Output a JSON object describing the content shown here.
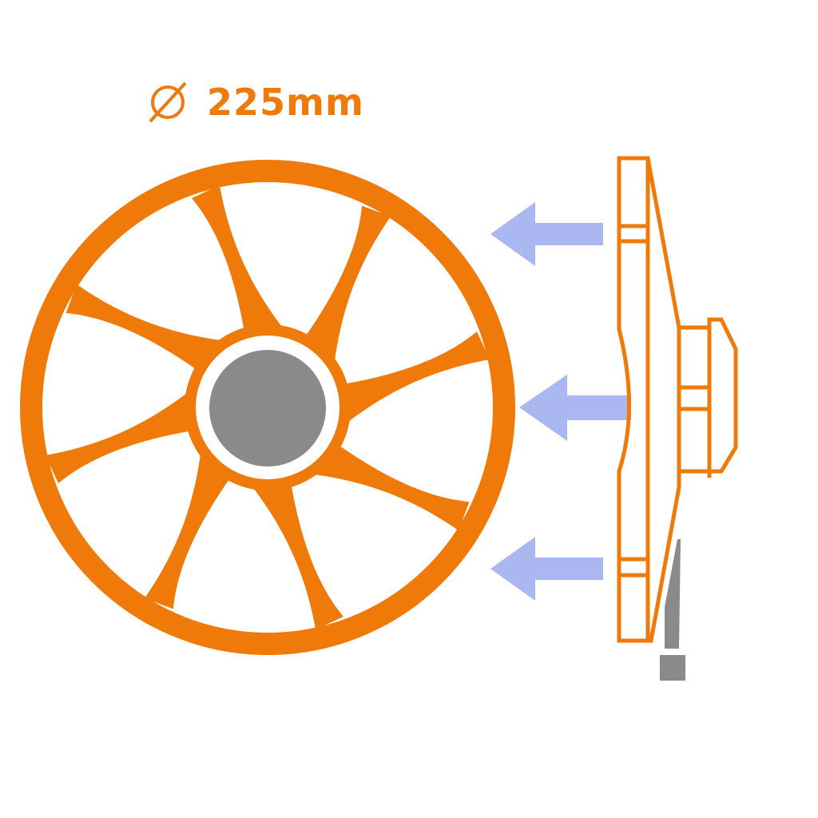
{
  "diameter": {
    "symbol": "∅",
    "value": "225mm"
  },
  "colors": {
    "fan": "#ef7a09",
    "hub": "#8a8a8a",
    "airflow": "#abb7f0",
    "connector": "#8a8a8a",
    "background": "#ffffff"
  },
  "front_view": {
    "blade_count": 8
  },
  "side_view": {
    "airflow_arrow_count": 3,
    "airflow_direction": "left"
  }
}
